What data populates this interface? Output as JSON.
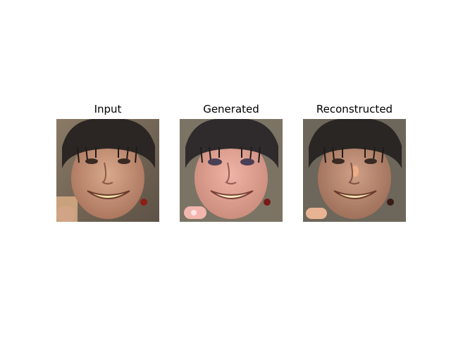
{
  "panels": [
    {
      "title": "Input",
      "image_icon": "face-photo-icon"
    },
    {
      "title": "Generated",
      "image_icon": "face-photo-icon"
    },
    {
      "title": "Reconstructed",
      "image_icon": "face-photo-icon"
    }
  ]
}
